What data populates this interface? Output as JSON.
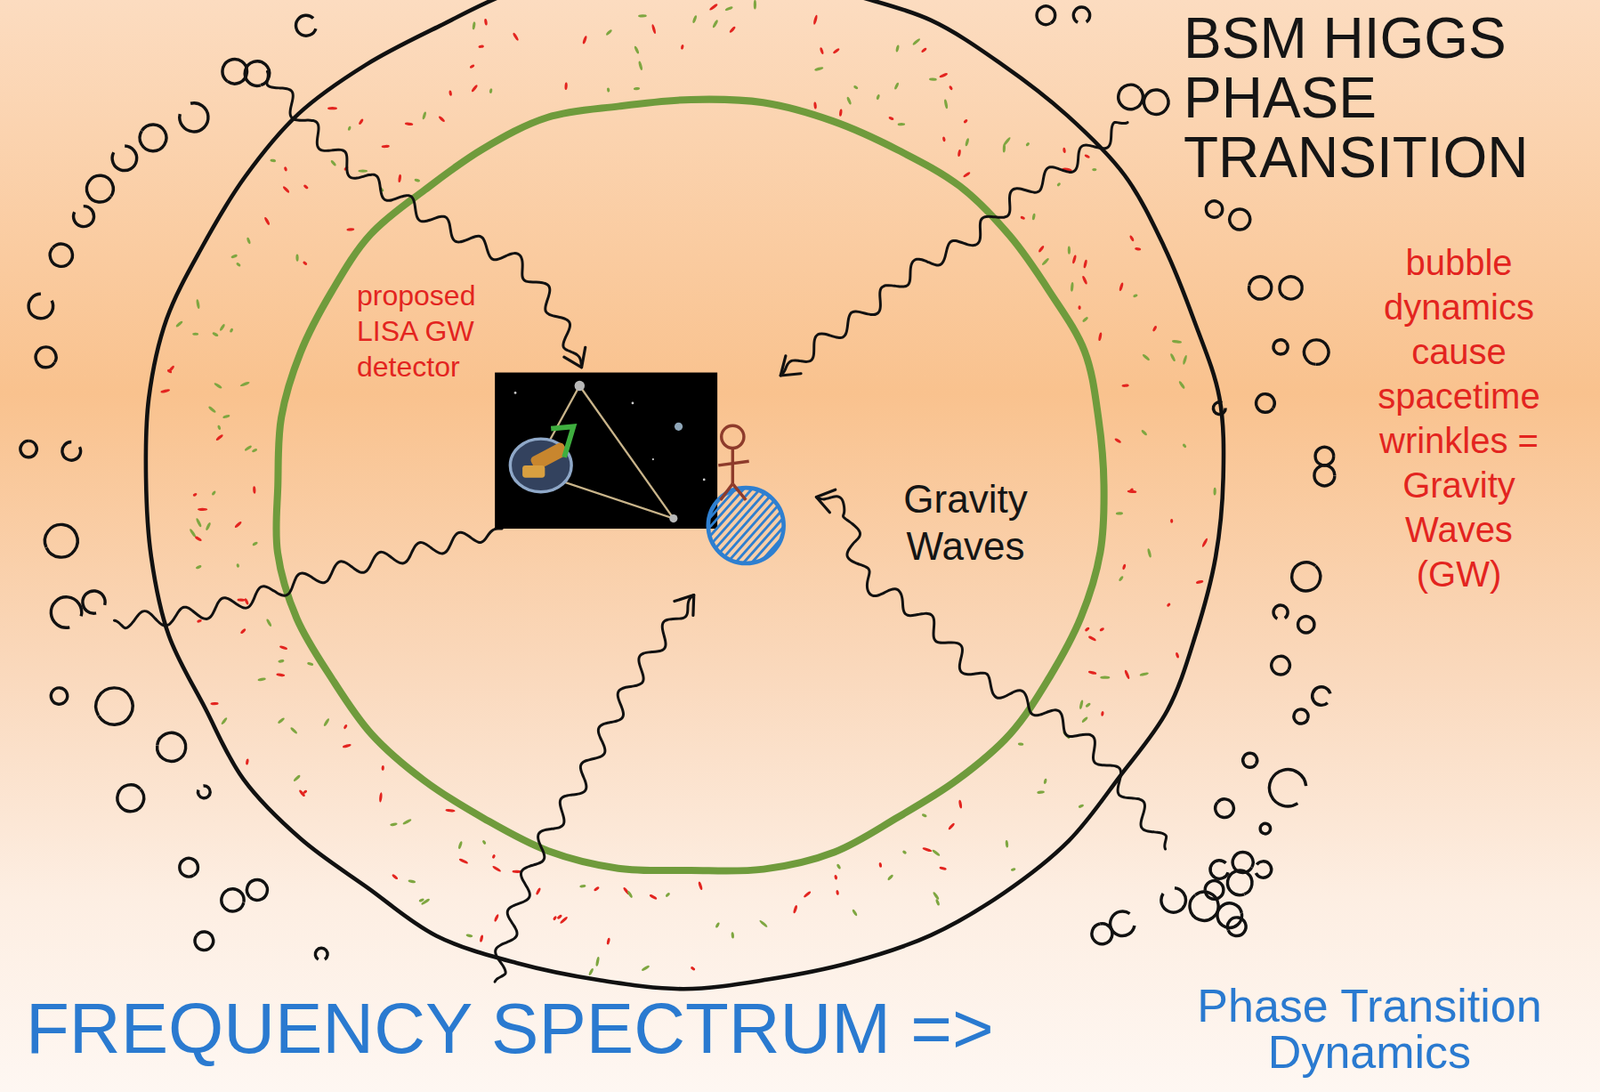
{
  "diagram": {
    "title": "BSM HIGGS PHASE TRANSITION",
    "caption": "FREQUENCY SPECTRUM =>",
    "labels": [
      "proposed LISA GW detector",
      "Gravity Waves",
      "bubble dynamics cause spacetime wrinkles = Gravity Waves (GW)",
      "Phase Transition Dynamics"
    ]
  }
}
